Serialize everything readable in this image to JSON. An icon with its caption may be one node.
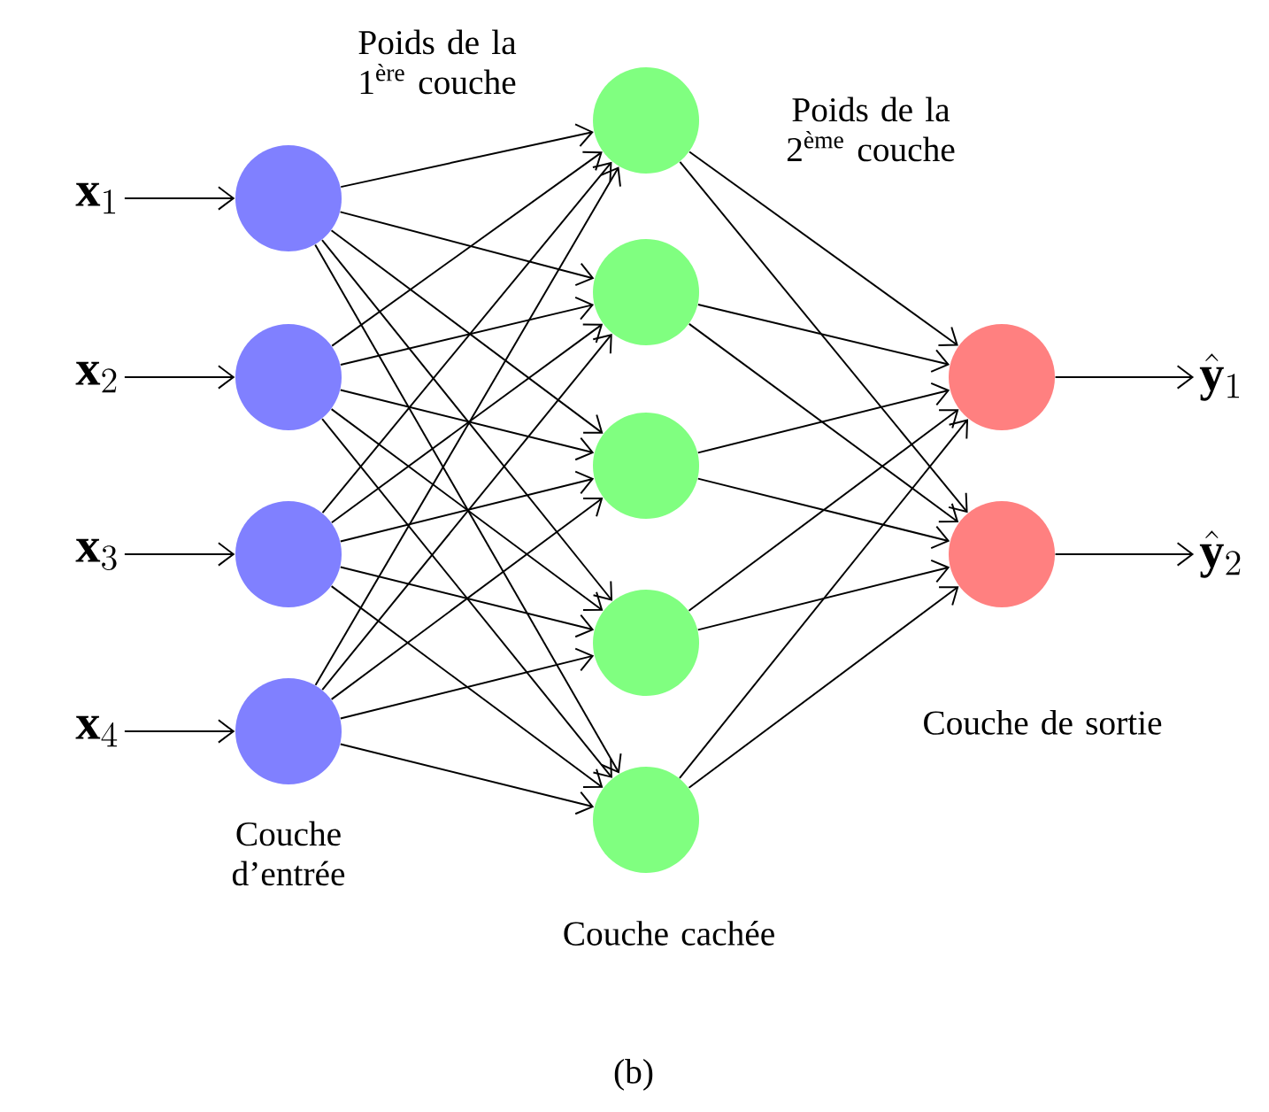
{
  "diagram": {
    "caption": "(b)",
    "nodes": [
      {
        "text": [
          "\\mathbf{x}_1"
        ]
      },
      {
        "text": [
          "\\mathbf{x}_2"
        ]
      },
      {
        "text": [
          "\\mathbf{x}_3"
        ]
      },
      {
        "text": [
          "\\mathbf{x}_4"
        ]
      },
      {
        "text": [],
        "shape": "circle"
      },
      {
        "text": [],
        "shape": "circle"
      },
      {
        "text": [],
        "shape": "circle"
      },
      {
        "text": [],
        "shape": "circle"
      },
      {
        "text": [],
        "shape": "circle"
      },
      {
        "text": [],
        "shape": "circle"
      },
      {
        "text": [],
        "shape": "circle"
      },
      {
        "text": [],
        "shape": "circle"
      },
      {
        "text": [],
        "shape": "circle"
      },
      {
        "text": [],
        "shape": "circle"
      },
      {
        "text": [],
        "shape": "circle"
      },
      {
        "text": [
          "\\hat{\\mathbf{y}}_1"
        ]
      },
      {
        "text": [
          "\\hat{\\mathbf{y}}_2"
        ]
      }
    ],
    "edges": [
      {
        "from": 0,
        "to": 4,
        "arrow": "to"
      },
      {
        "from": 1,
        "to": 5,
        "arrow": "to"
      },
      {
        "from": 2,
        "to": 6,
        "arrow": "to"
      },
      {
        "from": 3,
        "to": 7,
        "arrow": "to"
      },
      {
        "from": 4,
        "to": 8,
        "arrow": "to"
      },
      {
        "from": 4,
        "to": 9,
        "arrow": "to"
      },
      {
        "from": 4,
        "to": 10,
        "arrow": "to"
      },
      {
        "from": 4,
        "to": 11,
        "arrow": "to"
      },
      {
        "from": 4,
        "to": 12,
        "arrow": "to"
      },
      {
        "from": 5,
        "to": 8,
        "arrow": "to"
      },
      {
        "from": 5,
        "to": 9,
        "arrow": "to"
      },
      {
        "from": 5,
        "to": 10,
        "arrow": "to"
      },
      {
        "from": 5,
        "to": 11,
        "arrow": "to"
      },
      {
        "from": 5,
        "to": 12,
        "arrow": "to"
      },
      {
        "from": 6,
        "to": 8,
        "arrow": "to"
      },
      {
        "from": 6,
        "to": 9,
        "arrow": "to"
      },
      {
        "from": 6,
        "to": 10,
        "arrow": "to"
      },
      {
        "from": 6,
        "to": 11,
        "arrow": "to"
      },
      {
        "from": 6,
        "to": 12,
        "arrow": "to"
      },
      {
        "from": 7,
        "to": 8,
        "arrow": "to"
      },
      {
        "from": 7,
        "to": 9,
        "arrow": "to"
      },
      {
        "from": 7,
        "to": 10,
        "arrow": "to"
      },
      {
        "from": 7,
        "to": 11,
        "arrow": "to"
      },
      {
        "from": 7,
        "to": 12,
        "arrow": "to"
      },
      {
        "from": 8,
        "to": 13,
        "arrow": "to"
      },
      {
        "from": 8,
        "to": 14,
        "arrow": "to"
      },
      {
        "from": 9,
        "to": 13,
        "arrow": "to"
      },
      {
        "from": 9,
        "to": 14,
        "arrow": "to"
      },
      {
        "from": 10,
        "to": 13,
        "arrow": "to"
      },
      {
        "from": 10,
        "to": 14,
        "arrow": "to"
      },
      {
        "from": 11,
        "to": 13,
        "arrow": "to"
      },
      {
        "from": 11,
        "to": 14,
        "arrow": "to"
      },
      {
        "from": 12,
        "to": 13,
        "arrow": "to"
      },
      {
        "from": 12,
        "to": 14,
        "arrow": "to"
      },
      {
        "from": 13,
        "to": 15,
        "arrow": "to"
      },
      {
        "from": 14,
        "to": 16,
        "arrow": "to"
      }
    ],
    "labels": [
      "Poids de la 1$^{ère}$ couche",
      "Poids de la 2$^{ème}$ couche",
      "Couche de sortie",
      "Couche d’entrée",
      "Couche  cachée"
    ]
  }
}
